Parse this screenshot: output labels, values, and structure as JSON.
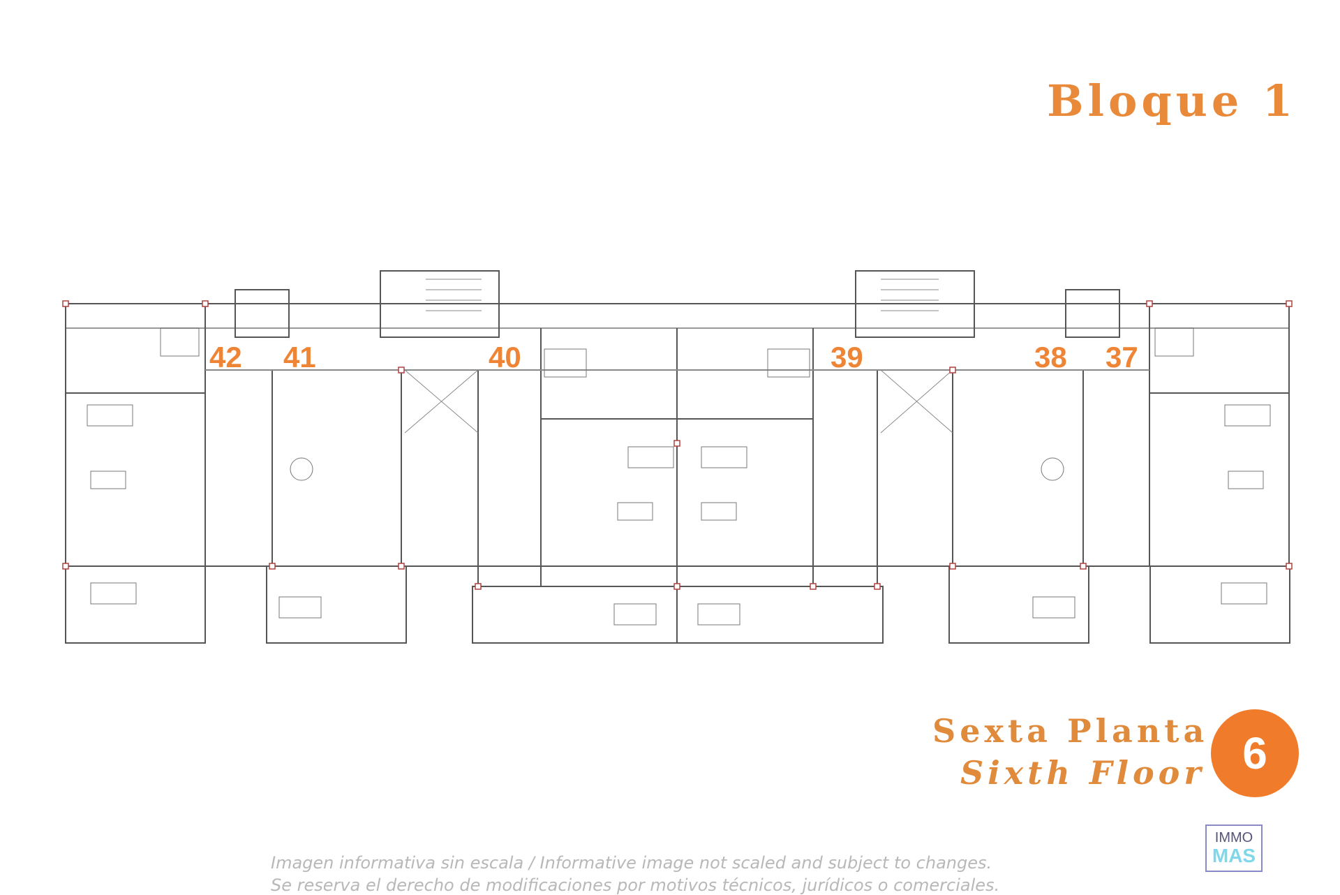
{
  "title": "Bloque 1",
  "units": [
    "42",
    "41",
    "40",
    "39",
    "38",
    "37"
  ],
  "floor": {
    "es": "Sexta Planta",
    "en": "Sixth Floor",
    "number": "6"
  },
  "disclaimer": [
    "Imagen informativa sin escala /  Informative image not scaled and subject to changes.",
    "Se reserva el derecho de modificaciones por motivos técnicos, jurídicos o comerciales."
  ],
  "logo": {
    "line1": "IMMO",
    "line2": "MAS"
  },
  "colors": {
    "accent": "#ee8536",
    "badge": "#f07c2b",
    "wall": "#555555"
  }
}
